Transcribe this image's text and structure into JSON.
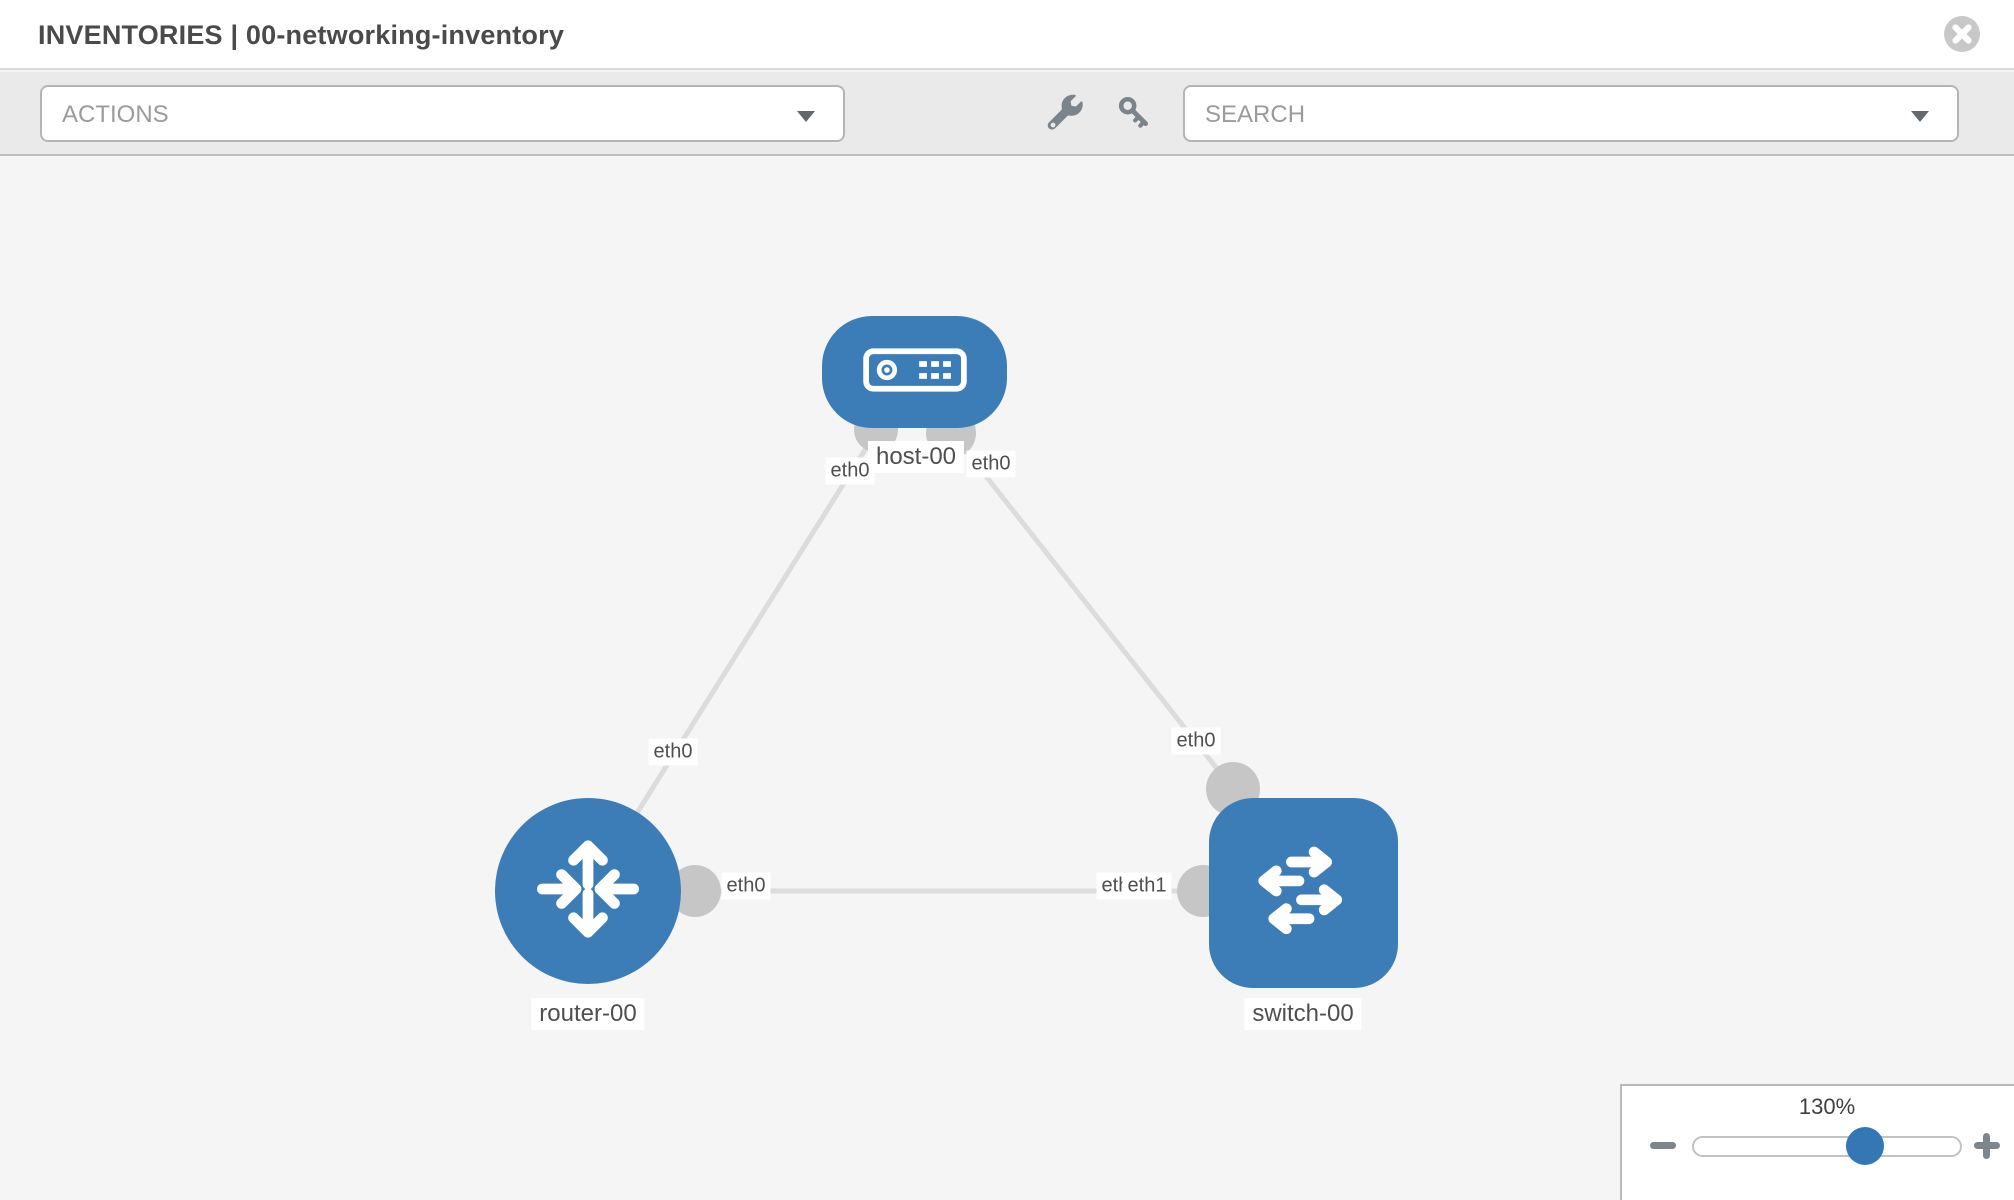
{
  "header": {
    "title": "INVENTORIES | 00-networking-inventory",
    "close_icon": "circle-x"
  },
  "toolbar": {
    "actions_placeholder": "ACTIONS",
    "search_placeholder": "SEARCH",
    "icons": [
      "wrench-icon",
      "key-icon"
    ]
  },
  "topology": {
    "nodes": [
      {
        "name": "host-00",
        "type": "host",
        "shape": "rounded-rect"
      },
      {
        "name": "router-00",
        "type": "router",
        "shape": "circle"
      },
      {
        "name": "switch-00",
        "type": "switch",
        "shape": "rounded-square"
      }
    ],
    "links": [
      {
        "from": "host-00",
        "from_iface": "eth0",
        "to": "router-00",
        "to_iface": "eth0"
      },
      {
        "from": "host-00",
        "from_iface": "eth0",
        "to": "switch-00",
        "to_iface": "eth0"
      },
      {
        "from": "router-00",
        "from_iface": "eth0",
        "to": "switch-00",
        "to_iface": "eth1"
      }
    ],
    "labels": {
      "host": "host-00",
      "router": "router-00",
      "switch": "switch-00",
      "host_left_iface": "eth0",
      "host_right_iface": "eth0",
      "router_link_iface": "eth0",
      "switch_link_iface": "eth0",
      "mid_router_iface": "eth0",
      "mid_switch_iface_back": "eth0",
      "mid_switch_iface_front": "eth1"
    }
  },
  "zoom_control": {
    "level": "130%",
    "minus_icon": "minus",
    "plus_icon": "plus"
  },
  "colors": {
    "node_blue": "#3c7db8",
    "knob_blue": "#3577b5",
    "link_gray": "#dcdcdc",
    "connector_gray": "#c6c6c6",
    "toolbar_gray": "#eaeaea",
    "canvas_gray": "#f5f5f5",
    "icon_gray": "#7b838b",
    "label_text": "#4f4f4f"
  }
}
